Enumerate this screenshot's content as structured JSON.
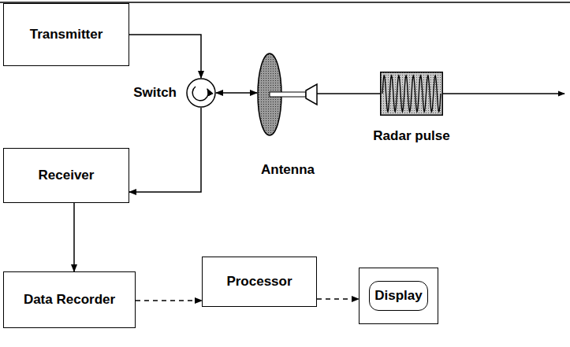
{
  "diagram": {
    "nodes": [
      {
        "text": [
          "Transmitter"
        ]
      },
      {
        "text": [
          "Switch"
        ]
      },
      {
        "text": [
          "Antenna"
        ]
      },
      {
        "text": [
          "Radar pulse"
        ]
      },
      {
        "text": [
          "Receiver"
        ]
      },
      {
        "text": [
          "Data Recorder"
        ]
      },
      {
        "text": [
          "Processor"
        ]
      },
      {
        "text": [
          "Display"
        ]
      }
    ],
    "edges": [
      {
        "from": 0,
        "to": 1,
        "arrow": "to"
      },
      {
        "from": 1,
        "to": 2,
        "arrow": "both"
      },
      {
        "from": 2,
        "to": 3,
        "arrow": "none"
      },
      {
        "from": 1,
        "to": 4,
        "arrow": "to"
      },
      {
        "from": 4,
        "to": 5,
        "arrow": "to"
      },
      {
        "from": 5,
        "to": 6,
        "arrow": "to"
      },
      {
        "from": 6,
        "to": 7,
        "arrow": "to"
      }
    ]
  }
}
